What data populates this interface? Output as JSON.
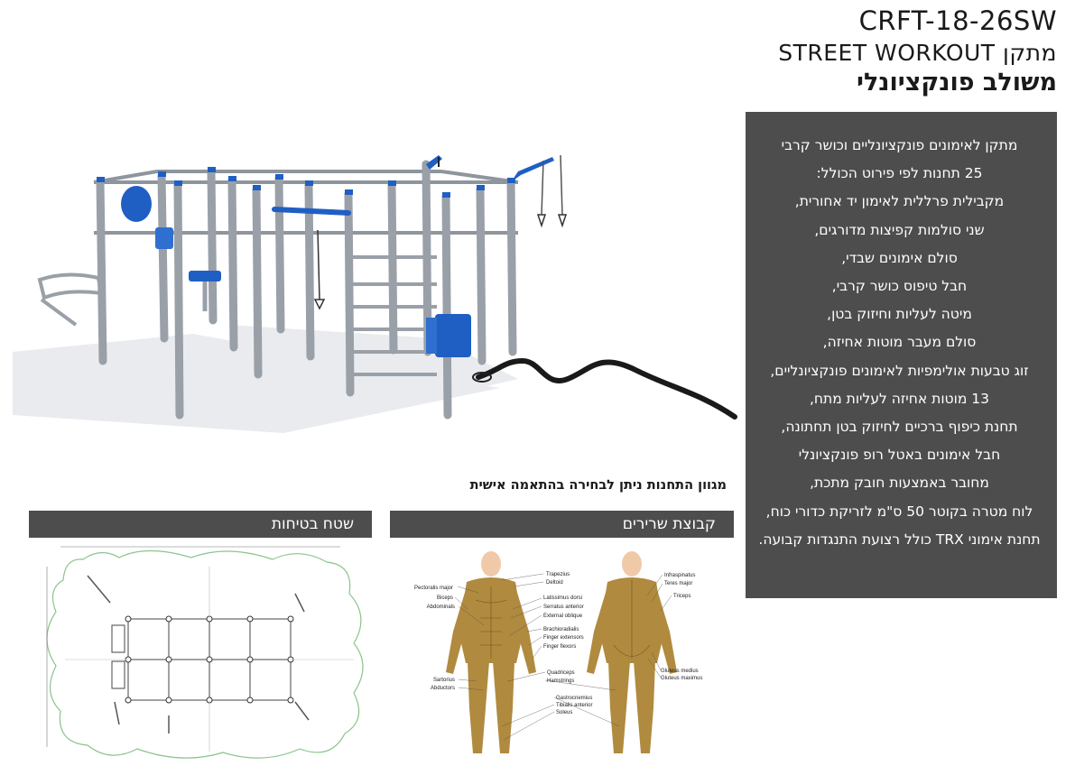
{
  "header": {
    "model_code": "CRFT-18-26SW",
    "line2": "מתקן STREET WORKOUT",
    "line3": "משולב פונקציונלי"
  },
  "features": [
    "מתקן לאימונים פונקציונליים וכושר קרבי",
    "25 תחנות לפי פירוט הכולל:",
    "מקבילית פרללית לאימון יד אחורית,",
    "שני סולמות קפיצות מדורגים,",
    "סולם אימונים שבדי,",
    "חבל טיפוס כושר קרבי,",
    "מיטה לעליות וחיזוק בטן,",
    "סולם מעבר מוטות אחיזה,",
    "זוג טבעות אולימפיות לאימונים פונקציונליים,",
    "13 מוטות אחיזה לעליות מתח,",
    "תחנת כיפוף ברכיים לחיזוק בטן תחתונה,",
    "חבל אימונים באטל רופ פונקציונלי",
    "מחובר באמצעות חובק מתכת,",
    "לוח מטרה בקוטר 50 ס\"מ לזריקת כדורי כוח,",
    "תחנת אימוני TRX כולל רצועת התנגדות קבועה."
  ],
  "note": "מגוון התחנות ניתן לבחירה בהתאמה אישית",
  "sections": {
    "safety_area": "שטח בטיחות",
    "muscle_group": "קבוצת שרירים"
  },
  "muscles": {
    "front_left": [
      "Pectoralis major",
      "Biceps",
      "Abdominals",
      "Sartorius",
      "Abductors"
    ],
    "center": [
      "Trapezius",
      "Deltoid",
      "Latissimus dorsi",
      "Serratus anterior",
      "External oblique",
      "Brachioradialis",
      "Finger extensors",
      "Finger flexors",
      "Quadriceps",
      "Hamstrings",
      "Gastrocnemius",
      "Tibialis anterior",
      "Soleus"
    ],
    "back_right": [
      "Infraspinatus",
      "Teres major",
      "Triceps",
      "Gluteus medius",
      "Gluteus maximus"
    ]
  },
  "colors": {
    "box_bg": "#4d4d4d",
    "accent_blue": "#1f5fc4",
    "steel": "#9aa0a8",
    "muscle": "#b08a3e",
    "skin": "#f0c9a8"
  }
}
